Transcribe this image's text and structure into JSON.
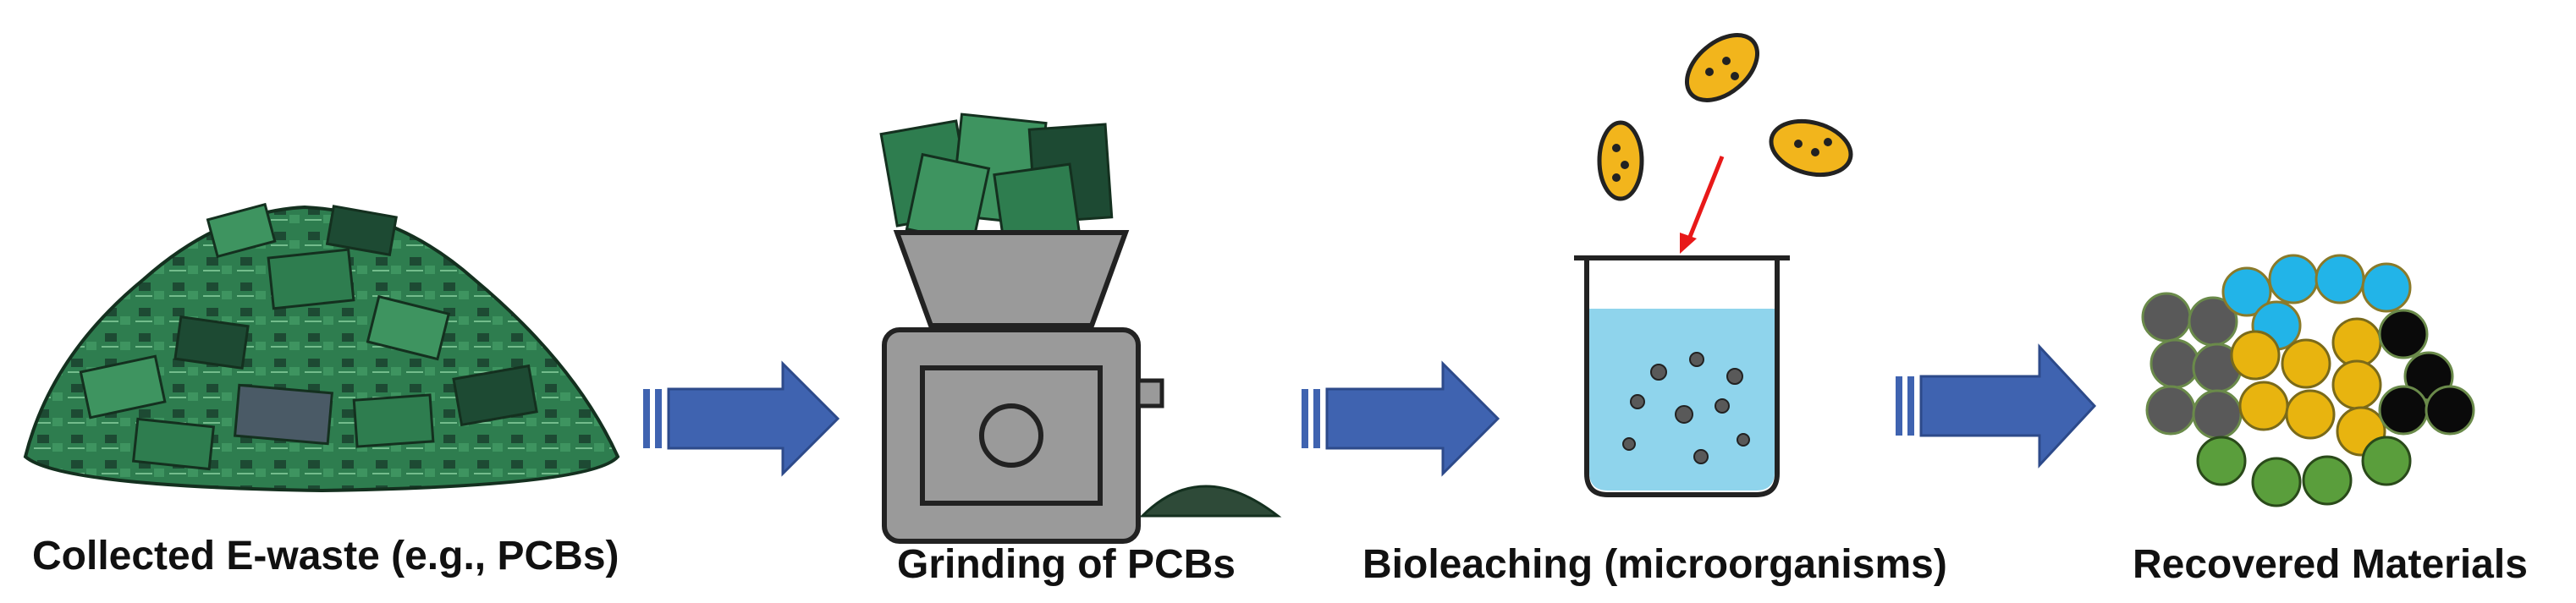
{
  "steps": [
    {
      "label": "Collected E-waste (e.g., PCBs)"
    },
    {
      "label": "Grinding of PCBs"
    },
    {
      "label": "Bioleaching (microorganisms)"
    },
    {
      "label": "Recovered Materials"
    }
  ],
  "colors": {
    "arrow": "#3f63b0",
    "arrow_dark": "#2d4a8a",
    "pcb_green": "#2e7d4f",
    "pcb_dark": "#1d4a33",
    "machine_gray": "#9a9a9a",
    "beaker_liquid": "#8fd4ec",
    "microbe": "#f2b51c",
    "pointer": "#e81919",
    "ball_cyan": "#22b4e8",
    "ball_gold": "#e8b40f",
    "ball_gray": "#595959",
    "ball_black": "#0a0a0a",
    "ball_green": "#5a9e3c"
  }
}
